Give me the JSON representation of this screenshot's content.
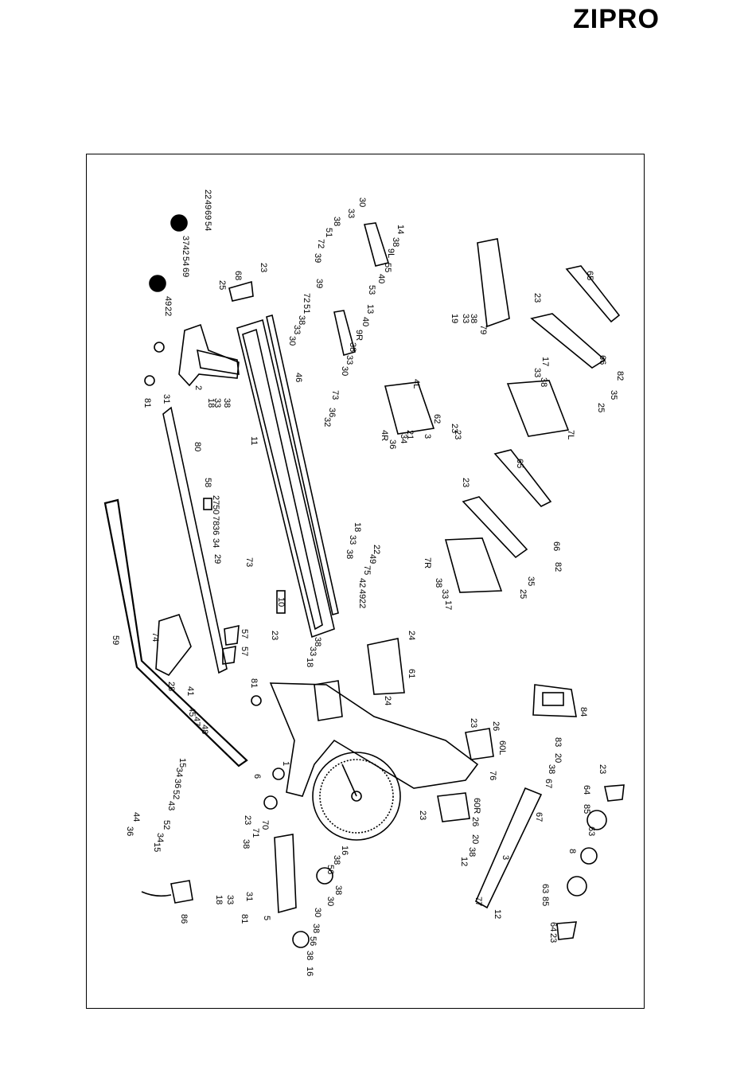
{
  "header": {
    "brand": "ZIPRO"
  },
  "diagram": {
    "labels": [
      "22",
      "49",
      "69",
      "54",
      "37",
      "42",
      "54",
      "69",
      "49",
      "22",
      "23",
      "68",
      "25",
      "81",
      "31",
      "2",
      "18",
      "33",
      "38",
      "30",
      "33",
      "38",
      "51",
      "72",
      "39",
      "14",
      "38",
      "9L",
      "55",
      "40",
      "53",
      "39",
      "72",
      "51",
      "38",
      "33",
      "30",
      "13",
      "40",
      "9R",
      "38",
      "33",
      "30",
      "73",
      "36",
      "32",
      "46",
      "11",
      "4L",
      "4R",
      "36",
      "34",
      "21",
      "3",
      "62",
      "23",
      "79",
      "38",
      "33",
      "19",
      "23",
      "65",
      "23",
      "17",
      "33",
      "38",
      "66",
      "82",
      "35",
      "25",
      "7L",
      "80",
      "58",
      "27",
      "50",
      "78",
      "36",
      "34",
      "29",
      "73",
      "18",
      "33",
      "38",
      "10",
      "23",
      "22",
      "49",
      "75",
      "42",
      "49",
      "22",
      "38",
      "33",
      "18",
      "65",
      "23",
      "66",
      "82",
      "35",
      "25",
      "7R",
      "38",
      "33",
      "17",
      "59",
      "74",
      "57",
      "57",
      "28",
      "41",
      "45",
      "47",
      "48",
      "24",
      "61",
      "24",
      "81",
      "15",
      "34",
      "36",
      "52",
      "43",
      "44",
      "36",
      "52",
      "34",
      "15",
      "6",
      "23",
      "70",
      "71",
      "1",
      "76",
      "26",
      "23",
      "60L",
      "84",
      "83",
      "20",
      "38",
      "67",
      "23",
      "64",
      "85",
      "63",
      "60R",
      "23",
      "26",
      "3",
      "67",
      "20",
      "38",
      "12",
      "77",
      "12",
      "8",
      "63",
      "85",
      "64",
      "23",
      "38",
      "31",
      "18",
      "33",
      "81",
      "5",
      "16",
      "38",
      "56",
      "38",
      "30",
      "30",
      "38",
      "56",
      "38",
      "16",
      "86"
    ]
  }
}
